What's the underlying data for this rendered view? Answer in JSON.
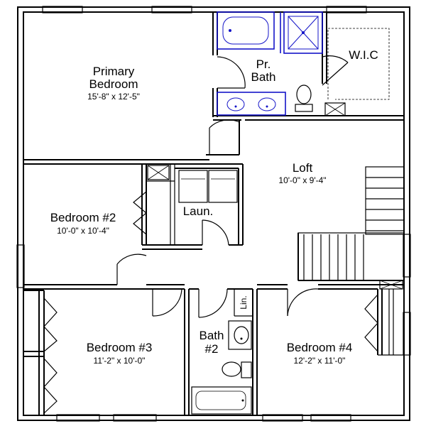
{
  "rooms": {
    "primary_bedroom": {
      "name_line1": "Primary",
      "name_line2": "Bedroom",
      "dim": "15'-8\" x 12'-5\""
    },
    "primary_bath": {
      "name_line1": "Pr.",
      "name_line2": "Bath"
    },
    "wic": {
      "name": "W.I.C"
    },
    "loft": {
      "name": "Loft",
      "dim": "10'-0\" x 9'-4\""
    },
    "bedroom2": {
      "name": "Bedroom #2",
      "dim": "10'-0\" x 10'-4\""
    },
    "laundry": {
      "name": "Laun."
    },
    "bedroom3": {
      "name": "Bedroom #3",
      "dim": "11'-2\" x 10'-0\""
    },
    "bath2": {
      "name_line1": "Bath",
      "name_line2": "#2"
    },
    "linen": {
      "name": "Lin."
    },
    "bedroom4": {
      "name": "Bedroom #4",
      "dim": "12'-2\" x 11'-0\""
    }
  },
  "colors": {
    "walls": "#000000",
    "primary_bath_fixtures": "#1414c8",
    "background": "#ffffff"
  }
}
